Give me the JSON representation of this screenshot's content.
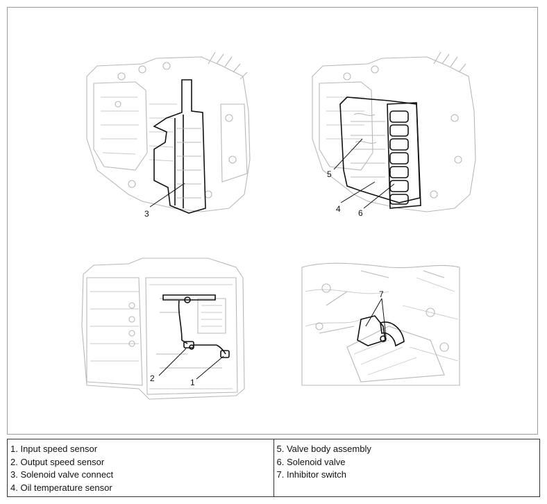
{
  "callouts": {
    "c1": "1",
    "c2": "2",
    "c3": "3",
    "c4": "4",
    "c5": "5",
    "c6": "6",
    "c7": "7"
  },
  "legend": {
    "left": [
      "1. Input speed sensor",
      "2. Output speed sensor",
      "3. Solenoid valve connect",
      "4. Oil temperature sensor"
    ],
    "right": [
      "5. Valve body assembly",
      "6. Solenoid valve",
      "7. Inhibitor switch"
    ]
  }
}
